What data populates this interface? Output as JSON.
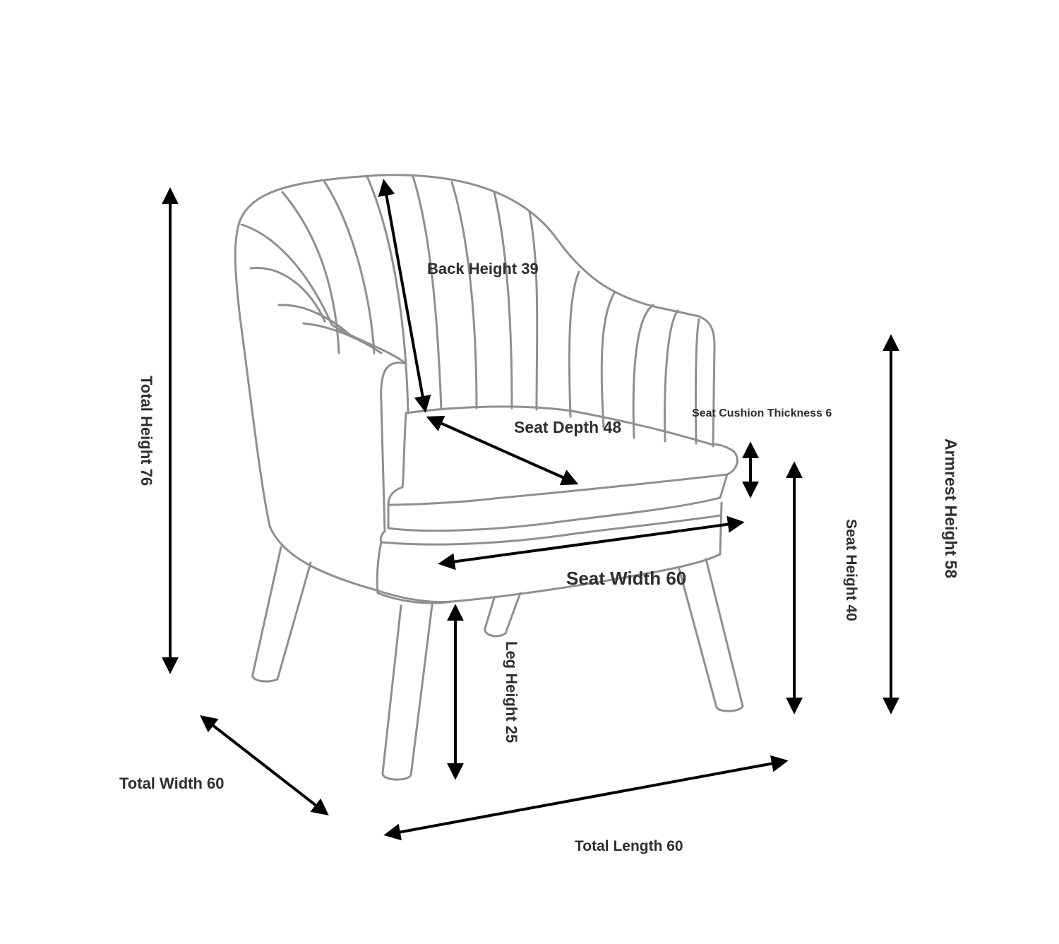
{
  "diagram": {
    "colors": {
      "outline": "#8f8f8f",
      "arrow": "#000000",
      "label": "#2e2e2e"
    },
    "labels": {
      "back_height": "Back Height 39",
      "seat_depth": "Seat Depth 48",
      "seat_cushion": "Seat Cushion Thickness 6",
      "total_height": "Total Height 76",
      "armrest_height": "Armrest Height 58",
      "seat_height": "Seat Height 40",
      "seat_width": "Seat Width 60",
      "leg_height": "Leg Height 25",
      "total_width": "Total Width 60",
      "total_length": "Total Length 60"
    }
  }
}
